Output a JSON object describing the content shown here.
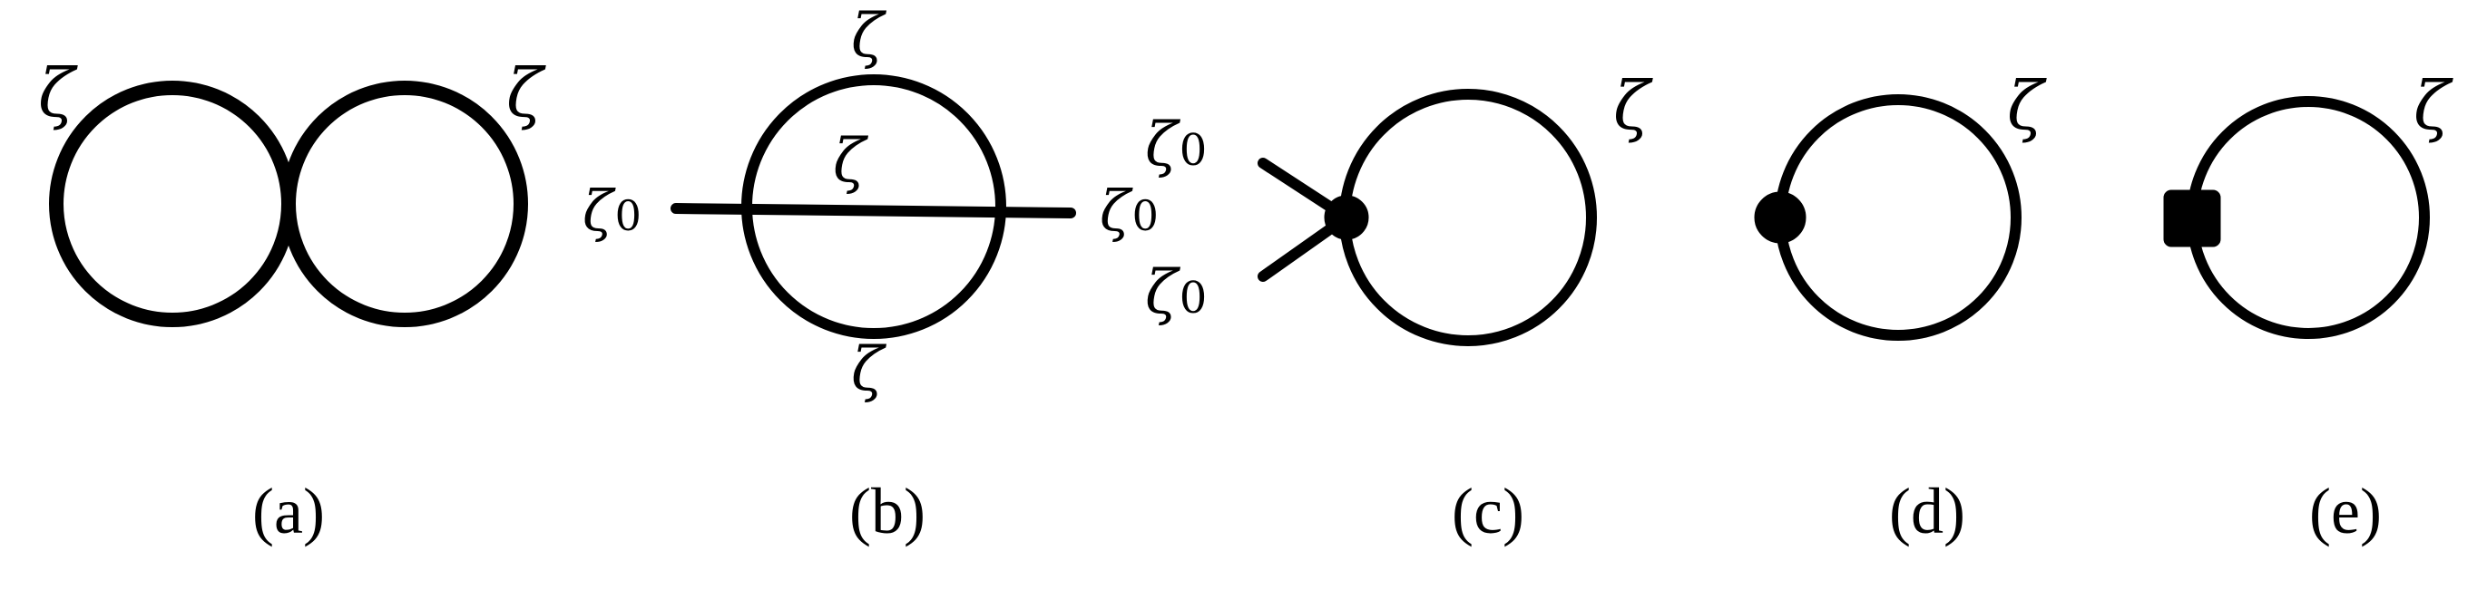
{
  "diagrams": [
    {
      "caption": "(a)",
      "labels": {
        "left_loop": "ζ",
        "right_loop": "ζ"
      }
    },
    {
      "caption": "(b)",
      "labels": {
        "top": "ζ",
        "middle": "ζ",
        "bottom": "ζ",
        "left_leg": "ζ",
        "left_leg_sub": "0",
        "right_leg": "ζ",
        "right_leg_sub": "0"
      }
    },
    {
      "caption": "(c)",
      "labels": {
        "upper_leg": "ζ",
        "upper_leg_sub": "0",
        "lower_leg": "ζ",
        "lower_leg_sub": "0",
        "loop": "ζ"
      }
    },
    {
      "caption": "(d)",
      "labels": {
        "loop": "ζ"
      }
    },
    {
      "caption": "(e)",
      "labels": {
        "loop": "ζ"
      }
    }
  ]
}
